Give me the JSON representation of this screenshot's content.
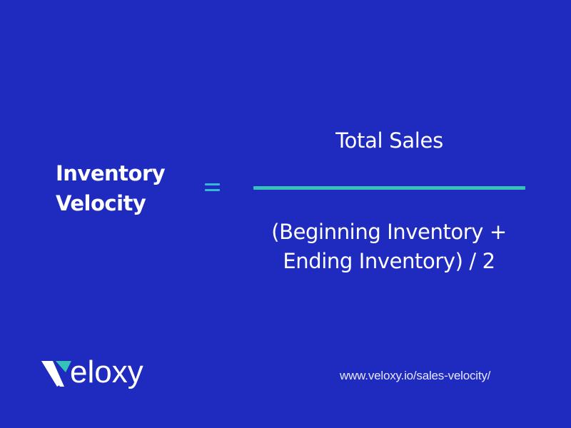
{
  "formula": {
    "lhs_line1": "Inventory",
    "lhs_line2": "Velocity",
    "operator": "=",
    "numerator": "Total Sales",
    "denominator_line1": "(Beginning Inventory +",
    "denominator_line2": "Ending Inventory) / 2"
  },
  "brand": {
    "logo_text": "eloxy",
    "logo_mark": "V",
    "url": "www.veloxy.io/sales-velocity/"
  },
  "colors": {
    "background": "#1f2bbf",
    "accent": "#35c3b9",
    "text": "#ffffff"
  }
}
